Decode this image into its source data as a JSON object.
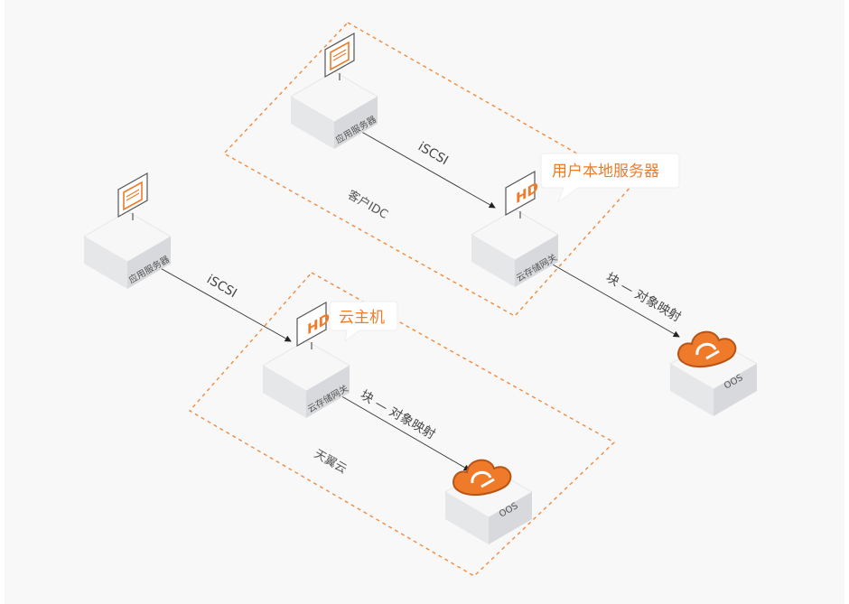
{
  "diagram": {
    "zones": {
      "customer_idc": {
        "label": "客户IDC",
        "callout": "用户本地服务器"
      },
      "tianyi_cloud": {
        "label": "天翼云",
        "callout": "云主机"
      }
    },
    "nodes": {
      "app_server_top": {
        "label": "应用服务器"
      },
      "gateway_top": {
        "label": "云存储网关"
      },
      "oos_top": {
        "label": "OOS"
      },
      "app_server_left": {
        "label": "应用服务器"
      },
      "gateway_bottom": {
        "label": "云存储网关"
      },
      "oos_bottom": {
        "label": "OOS"
      }
    },
    "edges": {
      "iscsi_top": "iSCSI",
      "block_object_top": "块 — 对象映射",
      "iscsi_left": "iSCSI",
      "block_object_bottom": "块 — 对象映射"
    }
  },
  "colors": {
    "accent": "#ef7b2a",
    "dash": "#f08a3e",
    "box_top": "#f7f7f8",
    "box_left": "#e7e8ea",
    "box_right": "#d9dadd",
    "background": "#f8f8f9"
  },
  "icons": [
    "monitor-server-icon",
    "monitor-hd-icon",
    "oos-cloud-icon"
  ]
}
